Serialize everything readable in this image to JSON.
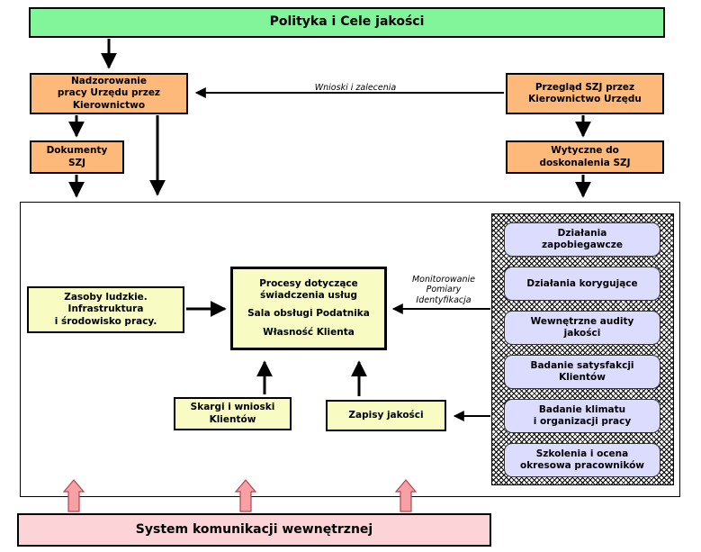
{
  "top_title": "Polityka i Cele jakości",
  "boxes": {
    "nadzorowanie": "Nadzorowanie\npracy Urzędu przez\nKierownictwo",
    "dokumenty": "Dokumenty\nSZJ",
    "przeglad": "Przegląd SZJ przez\nKierownictwo Urzędu",
    "wytyczne": "Wytyczne do\ndoskonalenia SZJ",
    "zasoby": "Zasoby ludzkie.\nInfrastruktura\ni środowisko pracy.",
    "skargi": "Skargi i wnioski\nKlientów",
    "zapisy": "Zapisy jakości"
  },
  "process": {
    "line1": "Procesy dotyczące\nświadczenia usług",
    "line2": "Sala obsługi Podatnika",
    "line3": "Własność Klienta"
  },
  "side_items": [
    "Działania\nzapobiegawcze",
    "Działania korygujące",
    "Wewnętrzne audity\njakości",
    "Badanie satysfakcji\nKlientów",
    "Badanie klimatu\ni organizacji pracy",
    "Szkolenia i ocena\nokresowa pracowników"
  ],
  "labels": {
    "wnioski": "Wnioski i zalecenia",
    "monitorowanie": "Monitorowanie\nPomiary\nIdentyfikacja"
  },
  "bottom_title": "System komunikacji wewnętrznej"
}
